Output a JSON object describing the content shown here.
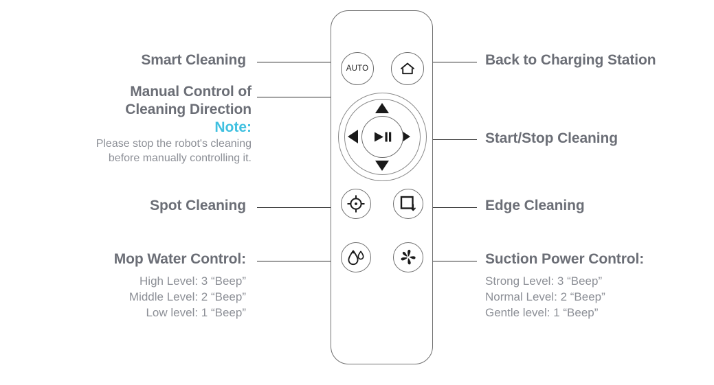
{
  "diagram": {
    "title": "Robot vacuum remote control callout diagram",
    "colors": {
      "label_text": "#6b6e76",
      "sub_text": "#8c8f96",
      "note_accent": "#3fc0e0",
      "line": "#2b2b2b",
      "device_outline": "#6f6f6f",
      "icon": "#1a1a1a",
      "background": "#ffffff"
    }
  },
  "callouts": {
    "smart_cleaning": {
      "label": "Smart Cleaning"
    },
    "manual_control": {
      "line1": "Manual Control of",
      "line2": "Cleaning Direction",
      "note_heading": "Note:",
      "note_line1": "Please stop the robot's cleaning",
      "note_line2": "before manually controlling it."
    },
    "spot_cleaning": {
      "label": "Spot Cleaning"
    },
    "mop_water": {
      "label": "Mop Water Control:",
      "levels": [
        "High Level: 3 “Beep”",
        "Middle Level: 2 “Beep”",
        "Low level: 1 “Beep”"
      ]
    },
    "back_to_charging": {
      "label": "Back to Charging Station"
    },
    "start_stop": {
      "label": "Start/Stop Cleaning"
    },
    "edge_cleaning": {
      "label": "Edge Cleaning"
    },
    "suction_power": {
      "label": "Suction Power Control:",
      "levels": [
        "Strong Level: 3 “Beep”",
        "Normal Level: 2 “Beep”",
        "Gentle level: 1 “Beep”"
      ]
    }
  },
  "remote": {
    "buttons": {
      "auto": {
        "text": "AUTO",
        "icon": "auto-text-icon"
      },
      "home": {
        "icon": "home-icon"
      },
      "up": {
        "icon": "triangle-up-icon"
      },
      "down": {
        "icon": "triangle-down-icon"
      },
      "left": {
        "icon": "triangle-left-icon"
      },
      "right": {
        "icon": "triangle-right-icon"
      },
      "play_pause": {
        "icon": "play-pause-icon"
      },
      "spot": {
        "icon": "crosshair-target-icon"
      },
      "edge": {
        "icon": "square-arrow-icon"
      },
      "water": {
        "icon": "water-droplets-icon"
      },
      "fan": {
        "icon": "fan-blades-icon"
      }
    }
  }
}
